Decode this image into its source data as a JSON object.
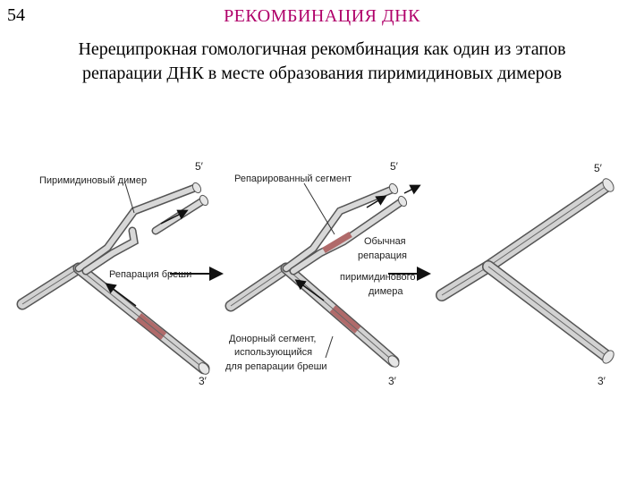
{
  "header": {
    "slide_number": "54",
    "title": "РЕКОМБИНАЦИЯ ДНК",
    "subtitle_line1": "Нереципрокная гомологичная рекомбинация как один из этапов",
    "subtitle_line2": "репарации ДНК в месте образования пиримидиновых димеров"
  },
  "diagram": {
    "panel1": {
      "label_dimer": "Пиримидиновый димер",
      "label_repair": "Репарация бреши",
      "five_prime": "5′",
      "three_prime": "3′"
    },
    "panel2": {
      "label_repaired": "Репарированный сегмент",
      "label_normal_1": "Обычная",
      "label_normal_2": "репарация",
      "label_normal_3": "пиримидинового",
      "label_normal_4": "димера",
      "label_donor_1": "Донорный сегмент,",
      "label_donor_2": "использующийся",
      "label_donor_3": "для репарации бреши",
      "five_prime": "5′",
      "three_prime": "3′"
    },
    "panel3": {
      "five_prime": "5′",
      "three_prime": "3′"
    },
    "colors": {
      "strand": "#d2d2d2",
      "strand_edge": "#555555",
      "segment": "#b06a6a",
      "arrow": "#111111"
    }
  }
}
